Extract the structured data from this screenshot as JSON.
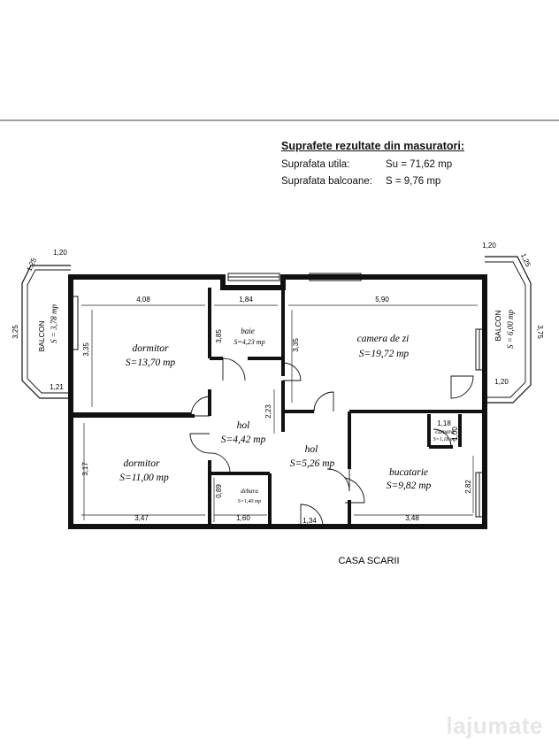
{
  "summary": {
    "title": "Suprafete rezultate din masuratori:",
    "rows": [
      {
        "label": "Suprafata utila:",
        "value": "Su = 71,62 mp"
      },
      {
        "label": "Suprafata balcoane:",
        "value": "S  =  9,76 mp"
      }
    ]
  },
  "rooms": {
    "dormitor1": {
      "name": "dormitor",
      "area": "S=13,70 mp"
    },
    "baie": {
      "name": "baie",
      "area": "S=4,23 mp"
    },
    "camera": {
      "name": "camera de zi",
      "area": "S=19,72 mp"
    },
    "hol1": {
      "name": "hol",
      "area": "S=4,42 mp"
    },
    "hol2": {
      "name": "hol",
      "area": "S=5,26 mp"
    },
    "dormitor2": {
      "name": "dormitor",
      "area": "S=11,00 mp"
    },
    "debara": {
      "name": "debara",
      "area": "S=1,40 mp"
    },
    "bucatarie": {
      "name": "bucatarie",
      "area": "S=9,82 mp"
    },
    "camara": {
      "name": "camara",
      "area": "S=1,18 mp"
    }
  },
  "balconies": {
    "left": {
      "label": "BALCON",
      "area": "S = 3,78 mp"
    },
    "right": {
      "label": "BALCON",
      "area": "S = 6,00 mp"
    }
  },
  "dimensions": {
    "d408": "4,08",
    "d184": "1,84",
    "d590": "5,90",
    "d335a": "3,35",
    "d385": "3,85",
    "d335b": "3,35",
    "d223": "2,23",
    "d317": "3,17",
    "d089": "0,89",
    "d347": "3,47",
    "d160": "1,60",
    "d134": "1,34",
    "d348": "3,48",
    "d282": "2,82",
    "d118": "1,18",
    "d100": "1,00",
    "lb120": "1,20",
    "lb125": "1,25",
    "lb325": "3,25",
    "lb121": "1,21",
    "rb120": "1,20",
    "rb125": "1,25",
    "rb375": "3,75",
    "rb120b": "1,20"
  },
  "stairwell": "CASA SCARII",
  "watermark": "lajumate"
}
